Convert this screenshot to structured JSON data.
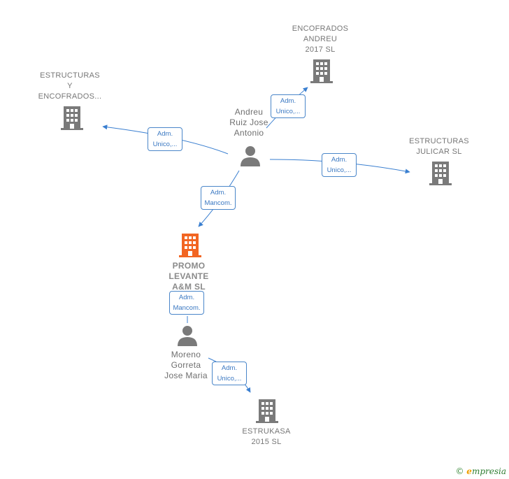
{
  "colors": {
    "edge": "#3a7fd0",
    "building": "#7a7a7a",
    "building_main": "#f26522",
    "person": "#7a7a7a"
  },
  "nodes": {
    "estructuras_encofrados": "ESTRUCTURAS\nY\nENCOFRADOS...",
    "encofrados_andreu": "ENCOFRADOS\nANDREU\n2017  SL",
    "estructuras_julicar": "ESTRUCTURAS\nJULICAR  SL",
    "promo_levante": "PROMO\nLEVANTE\nA&M  SL",
    "estrukasa": "ESTRUKASA\n2015  SL",
    "andreu_ruiz": "Andreu\nRuiz Jose\nAntonio",
    "moreno_gorreta": "Moreno\nGorreta\nJose Maria"
  },
  "edges": {
    "to_encofrados_andreu": "Adm.\nUnico,...",
    "to_estructuras_encofrados": "Adm.\nUnico,...",
    "to_estructuras_julicar": "Adm.\nUnico,...",
    "andreu_to_promo": "Adm.\nMancom.",
    "moreno_to_promo": "Adm.\nMancom.",
    "to_estrukasa": "Adm.\nUnico,..."
  },
  "icons": {
    "building": "building-icon",
    "person": "person-icon"
  },
  "brand": {
    "copyright": "©",
    "e": "e",
    "name": "mpresia"
  }
}
